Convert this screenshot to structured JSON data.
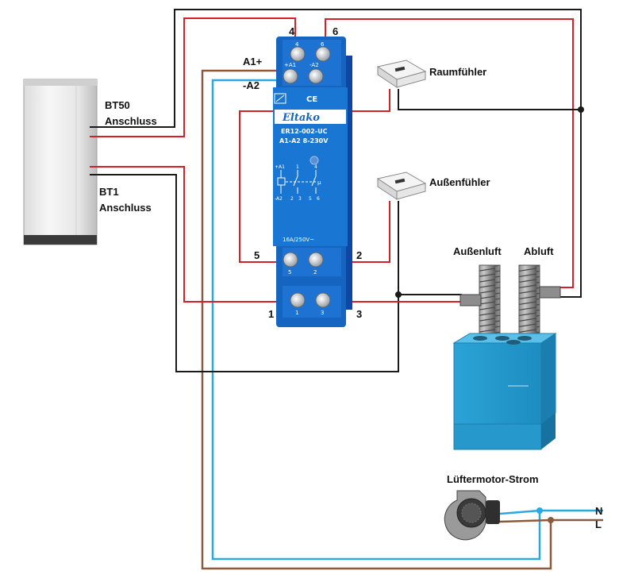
{
  "labels": {
    "bt50_line1": "BT50",
    "bt50_line2": "Anschluss",
    "bt1_line1": "BT1",
    "bt1_line2": "Anschluss",
    "room_sensor": "Raumfühler",
    "outdoor_sensor": "Außenfühler",
    "outside_air": "Außenluft",
    "exhaust_air": "Abluft",
    "fan_motor": "Lüftermotor-Strom",
    "neutral": "N",
    "live": "L",
    "coil_plus": "A1+",
    "coil_minus": "-A2"
  },
  "terminals": {
    "t1": "1",
    "t2": "2",
    "t3": "3",
    "t4": "4",
    "t5": "5",
    "t6": "6"
  },
  "relay": {
    "brand": "Eltako",
    "model": "ER12-002-UC",
    "voltage": "A1-A2  8-230V",
    "ce": "CE",
    "rating": "16A/250V~",
    "pin_a1": "+A1",
    "pin_a2": "-A2",
    "sch_a1": "+A1",
    "sch_a2": "-A2",
    "sch_1": "1",
    "sch_4": "4",
    "sch_2": "2",
    "sch_3": "3",
    "sch_5": "5",
    "sch_6": "6",
    "sch_mu": "μ",
    "pin_4": "4",
    "pin_6": "6",
    "pin_2": "2",
    "pin_5": "5",
    "pin_1": "1",
    "pin_3": "3"
  },
  "colors": {
    "red_wire": "#d42127",
    "black_wire": "#1a1a1a",
    "brown_wire": "#8b5a3c",
    "blue_wire": "#29a9e1",
    "relay_blue": "#1565c0",
    "unit_blue": "#2ba3d6"
  }
}
